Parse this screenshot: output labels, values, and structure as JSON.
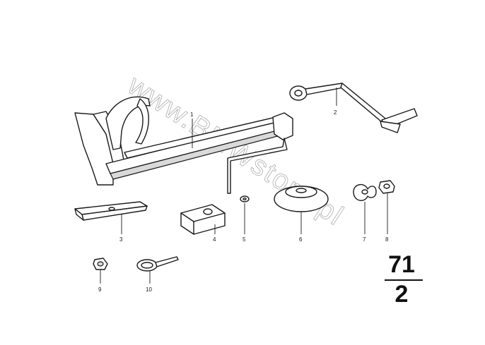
{
  "watermark": "www.BMWstore.pl",
  "group": {
    "main": "71",
    "sub": "2"
  },
  "callouts": [
    "1",
    "2",
    "3",
    "4",
    "5",
    "6",
    "7",
    "8",
    "9",
    "10"
  ]
}
